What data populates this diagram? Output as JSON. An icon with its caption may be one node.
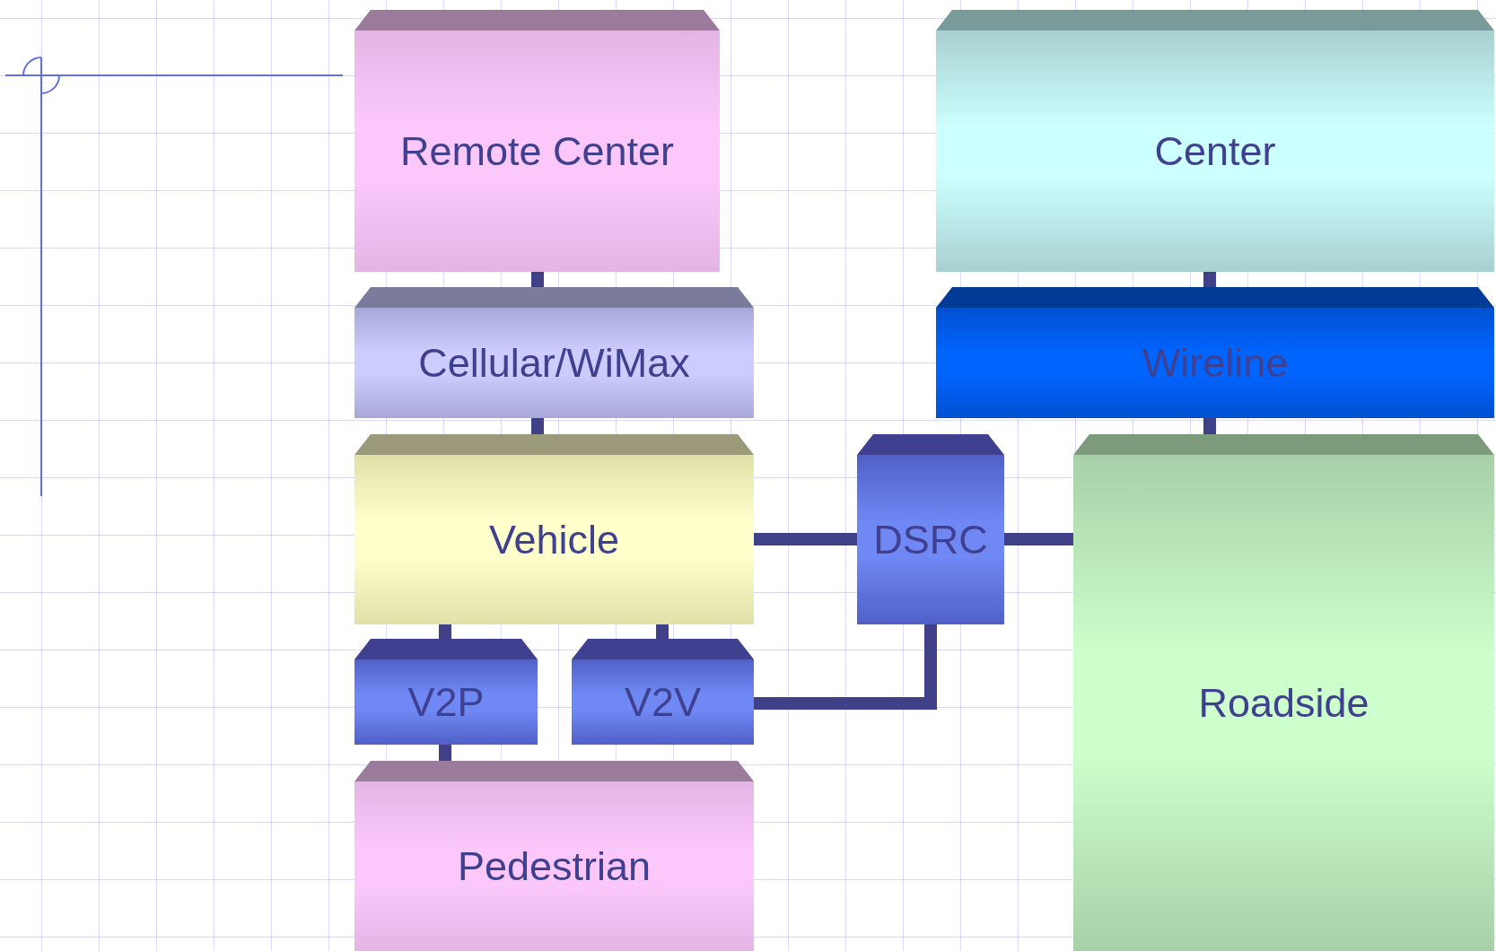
{
  "diagram": {
    "nodes": [
      {
        "text": [
          "Remote Center"
        ]
      },
      {
        "text": [
          "Center"
        ]
      },
      {
        "text": [
          "Cellular/WiMax"
        ]
      },
      {
        "text": [
          "Wireline"
        ]
      },
      {
        "text": [
          "Vehicle"
        ]
      },
      {
        "text": [
          "DSRC"
        ]
      },
      {
        "text": [
          "Roadside"
        ]
      },
      {
        "text": [
          "V2P"
        ]
      },
      {
        "text": [
          "V2V"
        ]
      },
      {
        "text": [
          "Pedestrian"
        ]
      }
    ],
    "edges": [
      {
        "from": 0,
        "to": 2,
        "arrow": "none"
      },
      {
        "from": 2,
        "to": 4,
        "arrow": "none"
      },
      {
        "from": 1,
        "to": 3,
        "arrow": "none"
      },
      {
        "from": 3,
        "to": 6,
        "arrow": "none"
      },
      {
        "from": 4,
        "to": 5,
        "arrow": "none"
      },
      {
        "from": 5,
        "to": 6,
        "arrow": "none"
      },
      {
        "from": 4,
        "to": 7,
        "arrow": "none"
      },
      {
        "from": 4,
        "to": 8,
        "arrow": "none"
      },
      {
        "from": 7,
        "to": 9,
        "arrow": "none"
      },
      {
        "from": 5,
        "to": 8,
        "arrow": "none"
      }
    ]
  }
}
